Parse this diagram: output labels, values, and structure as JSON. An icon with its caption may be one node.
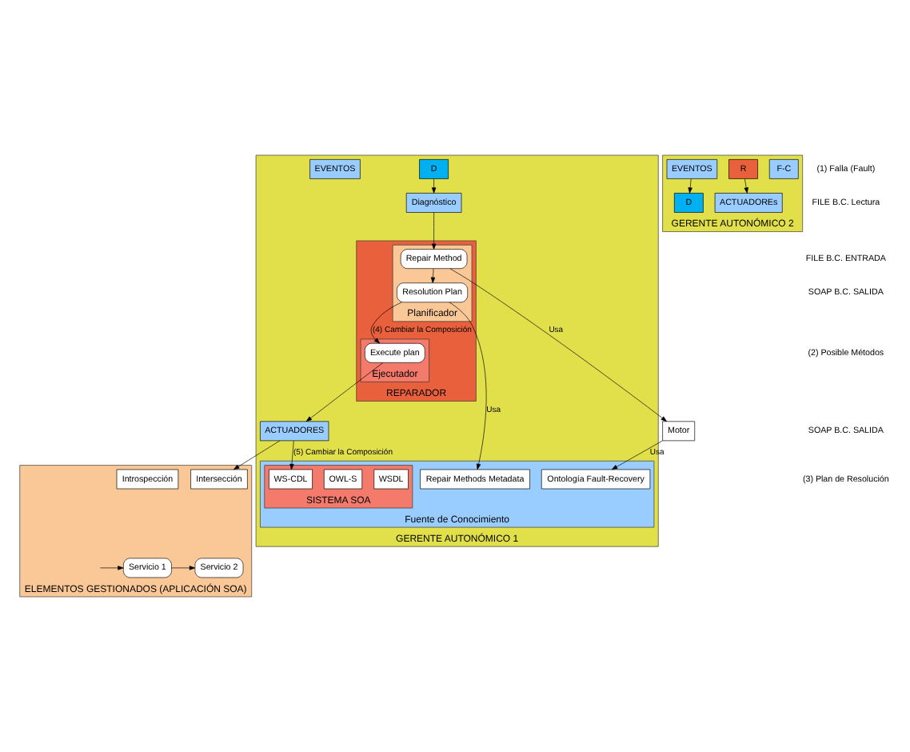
{
  "diagram": {
    "nodes": [
      {
        "text": [
          "GERENTE AUTONÓMICO 1"
        ]
      },
      {
        "text": [
          "Diagnóstico"
        ],
        "in": 0
      },
      {
        "text": [
          "D"
        ],
        "in": 0
      },
      {
        "text": [
          "EVENTOS"
        ],
        "in": 0
      },
      {
        "text": [
          "Fuente de Conocimiento"
        ],
        "in": 0
      },
      {
        "text": [
          "Ontología Fault-Recovery"
        ],
        "in": 4
      },
      {
        "text": [
          "Repair Methods Metadata"
        ],
        "in": 4
      },
      {
        "text": [
          "SISTEMA SOA"
        ],
        "in": 4
      },
      {
        "text": [
          "WSDL"
        ],
        "in": 7
      },
      {
        "text": [
          "OWL-S"
        ],
        "in": 7
      },
      {
        "text": [
          "WS-CDL"
        ],
        "in": 7
      },
      {
        "text": [
          "REPARADOR"
        ],
        "in": 0
      },
      {
        "text": [
          "Planificador"
        ],
        "in": 11
      },
      {
        "text": [
          "Repair Method"
        ],
        "in": 12
      },
      {
        "text": [
          "Resolution Plan"
        ],
        "in": 12
      },
      {
        "text": [
          "Ejecutador"
        ],
        "in": 11
      },
      {
        "text": [
          "Execute plan"
        ],
        "in": 15
      },
      {
        "text": [
          "ACTUADORES"
        ],
        "in": 0
      },
      {
        "text": [
          "Motor"
        ]
      },
      {
        "text": [
          "GERENTE AUTONÓMICO 2"
        ]
      },
      {
        "text": [
          "D"
        ],
        "in": 19
      },
      {
        "text": [
          "F-C"
        ],
        "in": 19
      },
      {
        "text": [
          "R"
        ],
        "in": 19
      },
      {
        "text": [
          "EVENTOS"
        ],
        "in": 19
      },
      {
        "text": [
          "ACTUADOREs"
        ],
        "in": 19
      },
      {
        "text": [
          "ELEMENTOS GESTIONADOS (APLICACIÓN SOA)"
        ]
      },
      {
        "text": [
          "Introspección"
        ],
        "in": 25
      },
      {
        "text": [
          "Intersección"
        ],
        "in": 25
      },
      {
        "text": [
          "Servicio 1"
        ],
        "in": 25
      },
      {
        "text": [
          "Servicio 2"
        ],
        "in": 25
      }
    ],
    "edges": [
      {
        "from": 2,
        "to": 1,
        "arrow": "to"
      },
      {
        "from": 1,
        "to": 13,
        "arrow": "to"
      },
      {
        "from": 18,
        "to": 5,
        "arrow": "to",
        "label": "Usa"
      },
      {
        "from": 13,
        "to": 18,
        "arrow": "to",
        "label": "Usa"
      },
      {
        "from": 13,
        "to": 14,
        "arrow": "to"
      },
      {
        "from": 14,
        "to": 6,
        "arrow": "to",
        "label": "Usa"
      },
      {
        "from": 14,
        "to": 16,
        "arrow": "to",
        "label": "(4) Cambiar la Composición"
      },
      {
        "from": 16,
        "to": 17,
        "arrow": "to"
      },
      {
        "from": 17,
        "to": 10,
        "arrow": "to",
        "label": "(5) Cambiar la Composición"
      },
      {
        "from": 17,
        "to": 27,
        "arrow": "to"
      },
      {
        "from": 23,
        "to": 20,
        "arrow": "to"
      },
      {
        "from": 22,
        "to": 24,
        "arrow": "to"
      },
      {
        "from": null,
        "to": 28,
        "arrow": "to"
      },
      {
        "from": 28,
        "to": 29,
        "arrow": "to"
      }
    ],
    "labels": [
      "(1) Falla (Fault)",
      "FILE B.C. Lectura",
      "FILE B.C. ENTRADA",
      "SOAP B.C. SALIDA",
      "(2) Posible Métodos",
      "SOAP B.C. SALIDA",
      "(3) Plan de Resolución"
    ]
  }
}
